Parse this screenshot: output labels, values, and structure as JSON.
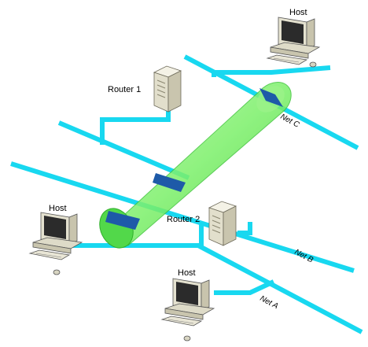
{
  "colors": {
    "network": "#18d8f0",
    "tunnel_fill": "#7cf06a",
    "tunnel_edge": "#3fc43a",
    "crossing": "#1e5aa8",
    "device": "#e8e4d4"
  },
  "labels": {
    "router1": "Router 1",
    "router2": "Router 2",
    "host_top": "Host",
    "host_left": "Host",
    "host_bottom": "Host",
    "net_c": "Net C",
    "net_b": "Net B",
    "net_a": "Net A"
  },
  "icons": {
    "router": "router-icon",
    "host": "computer-icon"
  }
}
